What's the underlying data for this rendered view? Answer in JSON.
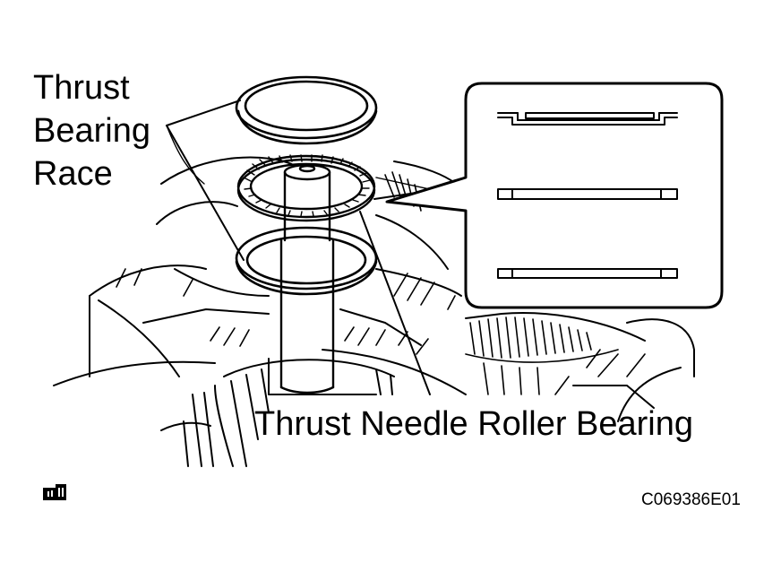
{
  "labels": {
    "race_line1": "Thrust",
    "race_line2": "Bearing",
    "race_line3": "Race",
    "needle": "Thrust Needle Roller Bearing",
    "code": "C069386E01"
  },
  "icons": {
    "bottom_left": "reference-symbol-icon"
  },
  "colors": {
    "line": "#000000",
    "background": "#ffffff"
  }
}
